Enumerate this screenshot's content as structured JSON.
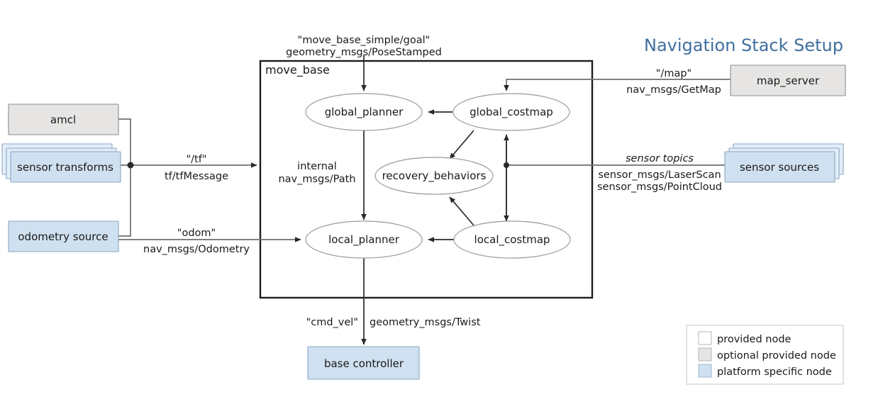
{
  "title": "Navigation Stack Setup",
  "container": {
    "label": "move_base"
  },
  "nodes": {
    "global_planner": "global_planner",
    "global_costmap": "global_costmap",
    "recovery_behaviors": "recovery_behaviors",
    "local_planner": "local_planner",
    "local_costmap": "local_costmap",
    "amcl": "amcl",
    "sensor_transforms": "sensor transforms",
    "odometry_source": "odometry source",
    "map_server": "map_server",
    "sensor_sources": "sensor sources",
    "base_controller": "base controller"
  },
  "edges": {
    "goal_topic": "\"move_base_simple/goal\"",
    "goal_type": "geometry_msgs/PoseStamped",
    "map_topic": "\"/map\"",
    "map_type": "nav_msgs/GetMap",
    "tf_topic": "\"/tf\"",
    "tf_type": "tf/tfMessage",
    "internal_label": "internal",
    "internal_type": "nav_msgs/Path",
    "sensor_topics": "sensor topics",
    "sensor_type_1": "sensor_msgs/LaserScan",
    "sensor_type_2": "sensor_msgs/PointCloud",
    "odom_topic": "\"odom\"",
    "odom_type": "nav_msgs/Odometry",
    "cmdvel_topic": "\"cmd_vel\"",
    "cmdvel_type": "geometry_msgs/Twist"
  },
  "legend": {
    "items": [
      {
        "label": "provided node",
        "swatch": "#ffffff"
      },
      {
        "label": "optional provided node",
        "swatch": "#e6e5e3"
      },
      {
        "label": "platform specific node",
        "swatch": "#cfe0f0"
      }
    ]
  },
  "colors": {
    "title": "#3f6f9f",
    "platform_node": "#cfe0f0",
    "optional_node": "#e6e5e3",
    "provided_node": "#ffffff",
    "edge": "#2a2a2a",
    "container_border": "#1d1d1d"
  }
}
